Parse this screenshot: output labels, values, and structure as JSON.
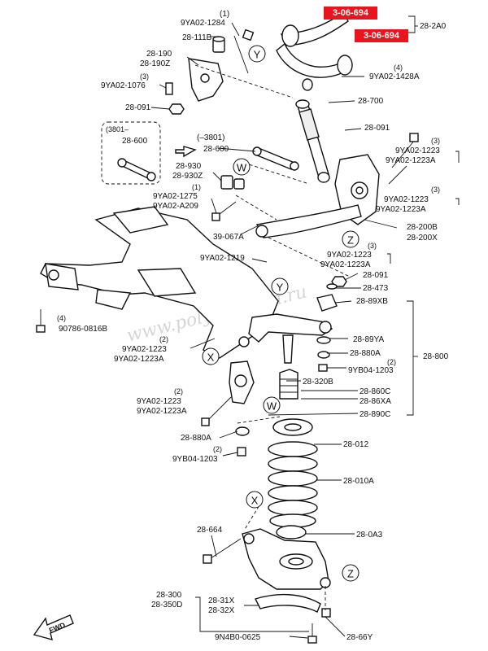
{
  "watermark": "www.polyurethan.ru",
  "badges": [
    {
      "text": "3-06-694",
      "color": "#e8141e"
    },
    {
      "text": "3-06-694",
      "color": "#e8141e"
    }
  ],
  "zones": {
    "x": "X",
    "y": "Y",
    "z": "Z",
    "w": "W"
  },
  "inset": {
    "header": "(3801–",
    "label": "28-600"
  },
  "fwd": "FWD",
  "labels": {
    "q_1_top": "(1)",
    "p_9ya02_1284": "9YA02-1284",
    "p_28_111b": "28-111B",
    "p_28_190": "28-190",
    "p_28_190z": "28-190Z",
    "q_3_a": "(3)",
    "p_9ya02_1076": "9YA02-1076",
    "p_28_091_a": "28-091",
    "p_28_2a0": "28-2A0",
    "q_4_a": "(4)",
    "p_9ya02_1428a": "9YA02-1428A",
    "p_28_700": "28-700",
    "p_28_091_b": "28-091",
    "p_3801_arrow": "(–3801)",
    "p_28_600": "28-600",
    "q_3_b": "(3)",
    "p_9ya02_1223_a": "9YA02-1223",
    "p_9ya02_1223a_a": "9YA02-1223A",
    "p_28_930": "28-930",
    "p_28_930z": "28-930Z",
    "q_1_b": "(1)",
    "p_9ya02_1275": "9YA02-1275",
    "p_9ya02_a209": "9YA02-A209",
    "q_3_c": "(3)",
    "p_9ya02_1223_b": "9YA02-1223",
    "p_9ya02_1223a_b": "9YA02-1223A",
    "p_28_200b": "28-200B",
    "p_28_200x": "28-200X",
    "p_39_067a": "39-067A",
    "q_3_d": "(3)",
    "p_9ya02_1223_c": "9YA02-1223",
    "p_9ya02_1223a_c": "9YA02-1223A",
    "p_9ya02_1219": "9YA02-1219",
    "p_28_091_c": "28-091",
    "p_28_473": "28-473",
    "p_28_89xb": "28-89XB",
    "q_4_b": "(4)",
    "p_90786_0816b": "90786-0816B",
    "p_28_89ya": "28-89YA",
    "q_2_a": "(2)",
    "p_9ya02_1223_d": "9YA02-1223",
    "p_9ya02_1223a_d": "9YA02-1223A",
    "p_28_880a_a": "28-880A",
    "q_2_b": "(2)",
    "p_9yb04_1203_a": "9YB04-1203",
    "p_28_800": "28-800",
    "p_28_320b": "28-320B",
    "p_28_860c": "28-860C",
    "p_28_86xa": "28-86XA",
    "q_2_c": "(2)",
    "p_9ya02_1223_e": "9YA02-1223",
    "p_9ya02_1223a_e": "9YA02-1223A",
    "p_28_890c": "28-890C",
    "p_28_880a_b": "28-880A",
    "q_2_d": "(2)",
    "p_9yb04_1203_b": "9YB04-1203",
    "p_28_012": "28-012",
    "p_28_010a": "28-010A",
    "p_28_664": "28-664",
    "p_28_0a3": "28-0A3",
    "p_28_300": "28-300",
    "p_28_350d": "28-350D",
    "p_28_31x": "28-31X",
    "p_28_32x": "28-32X",
    "p_9n4b0_0625": "9N4B0-0625",
    "p_28_66y": "28-66Y"
  }
}
